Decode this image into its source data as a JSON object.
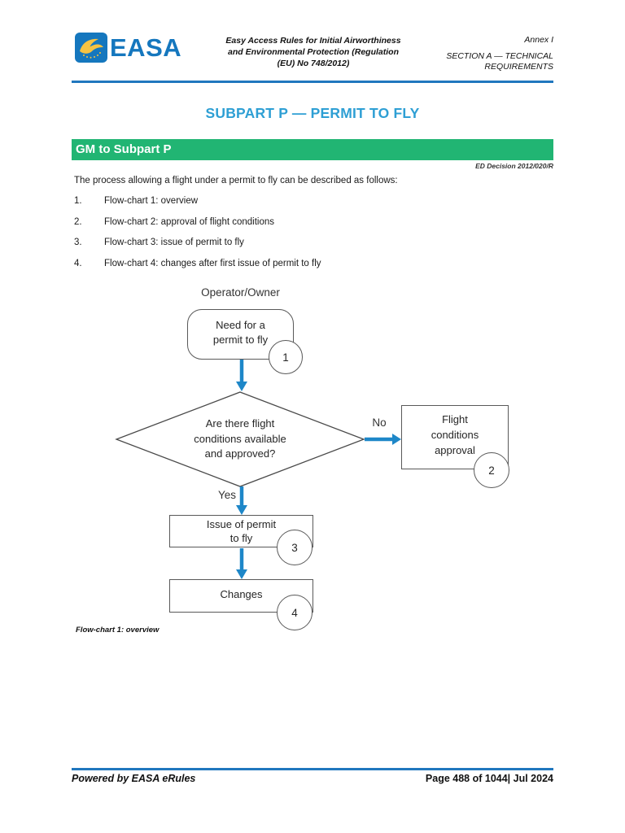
{
  "header": {
    "logo_text": "EASA",
    "doc_title_lines": [
      "Easy Access Rules for Initial Airworthiness",
      "and Environmental Protection (Regulation",
      "(EU) No 748/2012)"
    ],
    "annex": "Annex I",
    "section_lines": [
      "SECTION A — TECHNICAL",
      "REQUIREMENTS"
    ]
  },
  "page": {
    "title": "SUBPART P — PERMIT TO FLY",
    "banner": "GM to Subpart P",
    "decision_ref": "ED Decision 2012/020/R",
    "intro": "The process allowing a flight under a permit to fly can be described as follows:",
    "list": [
      {
        "num": "1.",
        "text": "Flow-chart 1: overview"
      },
      {
        "num": "2.",
        "text": "Flow-chart 2: approval of flight conditions"
      },
      {
        "num": "3.",
        "text": "Flow-chart 3: issue of permit to fly"
      },
      {
        "num": "4.",
        "text": "Flow-chart 4: changes after first issue of permit to fly"
      }
    ]
  },
  "flowchart": {
    "caption": "Flow-chart 1: overview",
    "actor_label": "Operator/Owner",
    "start": {
      "lines": [
        "Need for a",
        "permit to fly"
      ],
      "badge": "1"
    },
    "decision": {
      "lines": [
        "Are there flight",
        "conditions available",
        "and approved?"
      ]
    },
    "no_label": "No",
    "yes_label": "Yes",
    "approval": {
      "lines": [
        "Flight",
        "conditions",
        "approval"
      ],
      "badge": "2"
    },
    "issue": {
      "lines": [
        "Issue of permit",
        "to fly"
      ],
      "badge": "3"
    },
    "changes": {
      "lines": [
        "Changes"
      ],
      "badge": "4"
    }
  },
  "footer": {
    "left": "Powered by EASA eRules",
    "right": "Page 488 of 1044| Jul 2024"
  },
  "colors": {
    "accent_blue": "#1E87C8",
    "title_blue": "#2E9FD4",
    "banner_green": "#21B573",
    "rule_blue": "#2077BE",
    "logo_blue": "#1577BE",
    "ink": "#262626"
  }
}
